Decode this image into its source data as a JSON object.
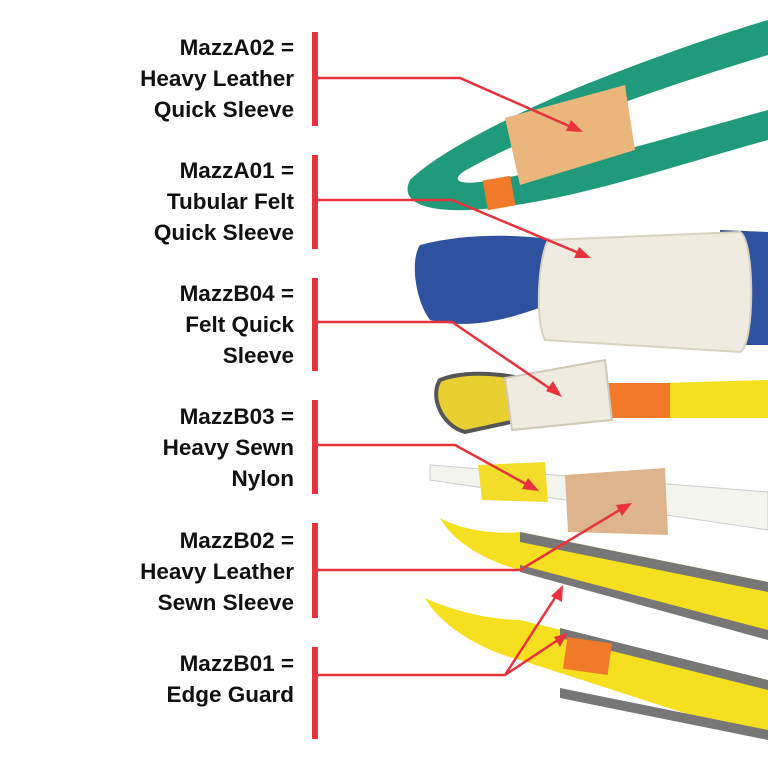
{
  "callouts": [
    {
      "code": "MazzA02 =",
      "line1": "Heavy Leather",
      "line2": "Quick Sleeve"
    },
    {
      "code": "MazzA01 =",
      "line1": "Tubular Felt",
      "line2": "Quick Sleeve"
    },
    {
      "code": "MazzB04 =",
      "line1": "Felt Quick",
      "line2": "Sleeve"
    },
    {
      "code": "MazzB03 =",
      "line1": "Heavy Sewn",
      "line2": "Nylon"
    },
    {
      "code": "MazzB02 =",
      "line1": "Heavy Leather",
      "line2": "Sewn Sleeve"
    },
    {
      "code": "MazzB01 =",
      "line1": "Edge Guard",
      "line2": ""
    }
  ],
  "colors": {
    "accent_red": "#e8323c",
    "green_sling": "#1f9a7a",
    "blue_sling": "#2f52a0",
    "yellow_sling": "#f5df1e",
    "leather": "#e9b47a",
    "felt": "#eeeadf"
  }
}
